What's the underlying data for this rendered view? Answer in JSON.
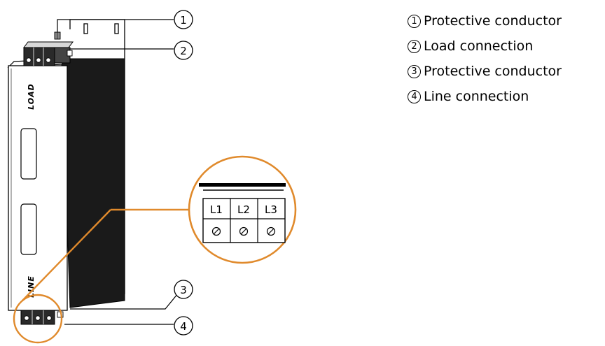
{
  "callouts": [
    "1",
    "2",
    "3",
    "4"
  ],
  "panel_labels": {
    "top": "LOAD",
    "bottom": "LINE"
  },
  "terminals": [
    "L1",
    "L2",
    "L3"
  ],
  "legend": [
    {
      "num": "1",
      "text": "Protective conductor"
    },
    {
      "num": "2",
      "text": "Load connection"
    },
    {
      "num": "3",
      "text": "Protective conductor"
    },
    {
      "num": "4",
      "text": "Line connection"
    }
  ],
  "colors": {
    "accent": "#e08a2c",
    "line": "#000000"
  }
}
